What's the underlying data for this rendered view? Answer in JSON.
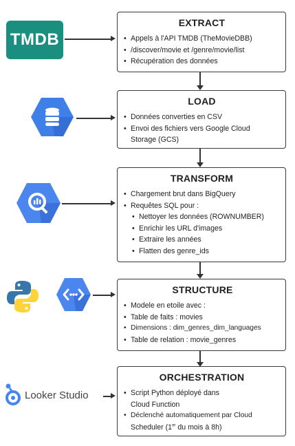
{
  "logos": {
    "tmdb": "TMDB",
    "looker": "Looker Studio"
  },
  "extract": {
    "title": "EXTRACT",
    "items": [
      "Appels à l'API TMDB (TheMovieDBB)",
      "/discover/movie et /genre/movie/list",
      "Récupération des données"
    ]
  },
  "load": {
    "title": "LOAD",
    "items": [
      "Données converties en  CSV",
      "Envoi des fichiers vers Google Cloud",
      "Storage (GCS)"
    ]
  },
  "transform": {
    "title": "TRANSFORM",
    "items": [
      "Chargement brut dans BigQuery",
      "Requêtes SQL pour :"
    ],
    "subitems": [
      "Nettoyer les données (ROWNUMBER)",
      "Enrichir les URL d'images",
      "Extraire les années",
      "Flatten des genre_ids"
    ]
  },
  "structure": {
    "title": "STRUCTURE",
    "items": [
      "Modele en etoile avec :",
      "Table de faits : movies",
      "Dimensions : dim_genres_dim_languages",
      "Table de relation : movie_genres"
    ]
  },
  "orchestration": {
    "title": "ORCHESTRATION",
    "items": [
      "Script Python déployé dans",
      "Cloud Function",
      "Déclenché automatiquement par Cloud",
      "Scheduler (1",
      "er",
      " du mois à 8h)"
    ]
  },
  "colors": {
    "tmdb_bg": "#1a8f80",
    "gcp_blue": "#4285f4",
    "gcp_blue_dark": "#3367d6",
    "python_blue": "#3776ab",
    "python_yellow": "#ffd43b",
    "looker_blue": "#4285f4"
  },
  "icons": [
    "database-icon",
    "bigquery-icon",
    "python-icon",
    "cloud-function-icon",
    "looker-icon"
  ]
}
